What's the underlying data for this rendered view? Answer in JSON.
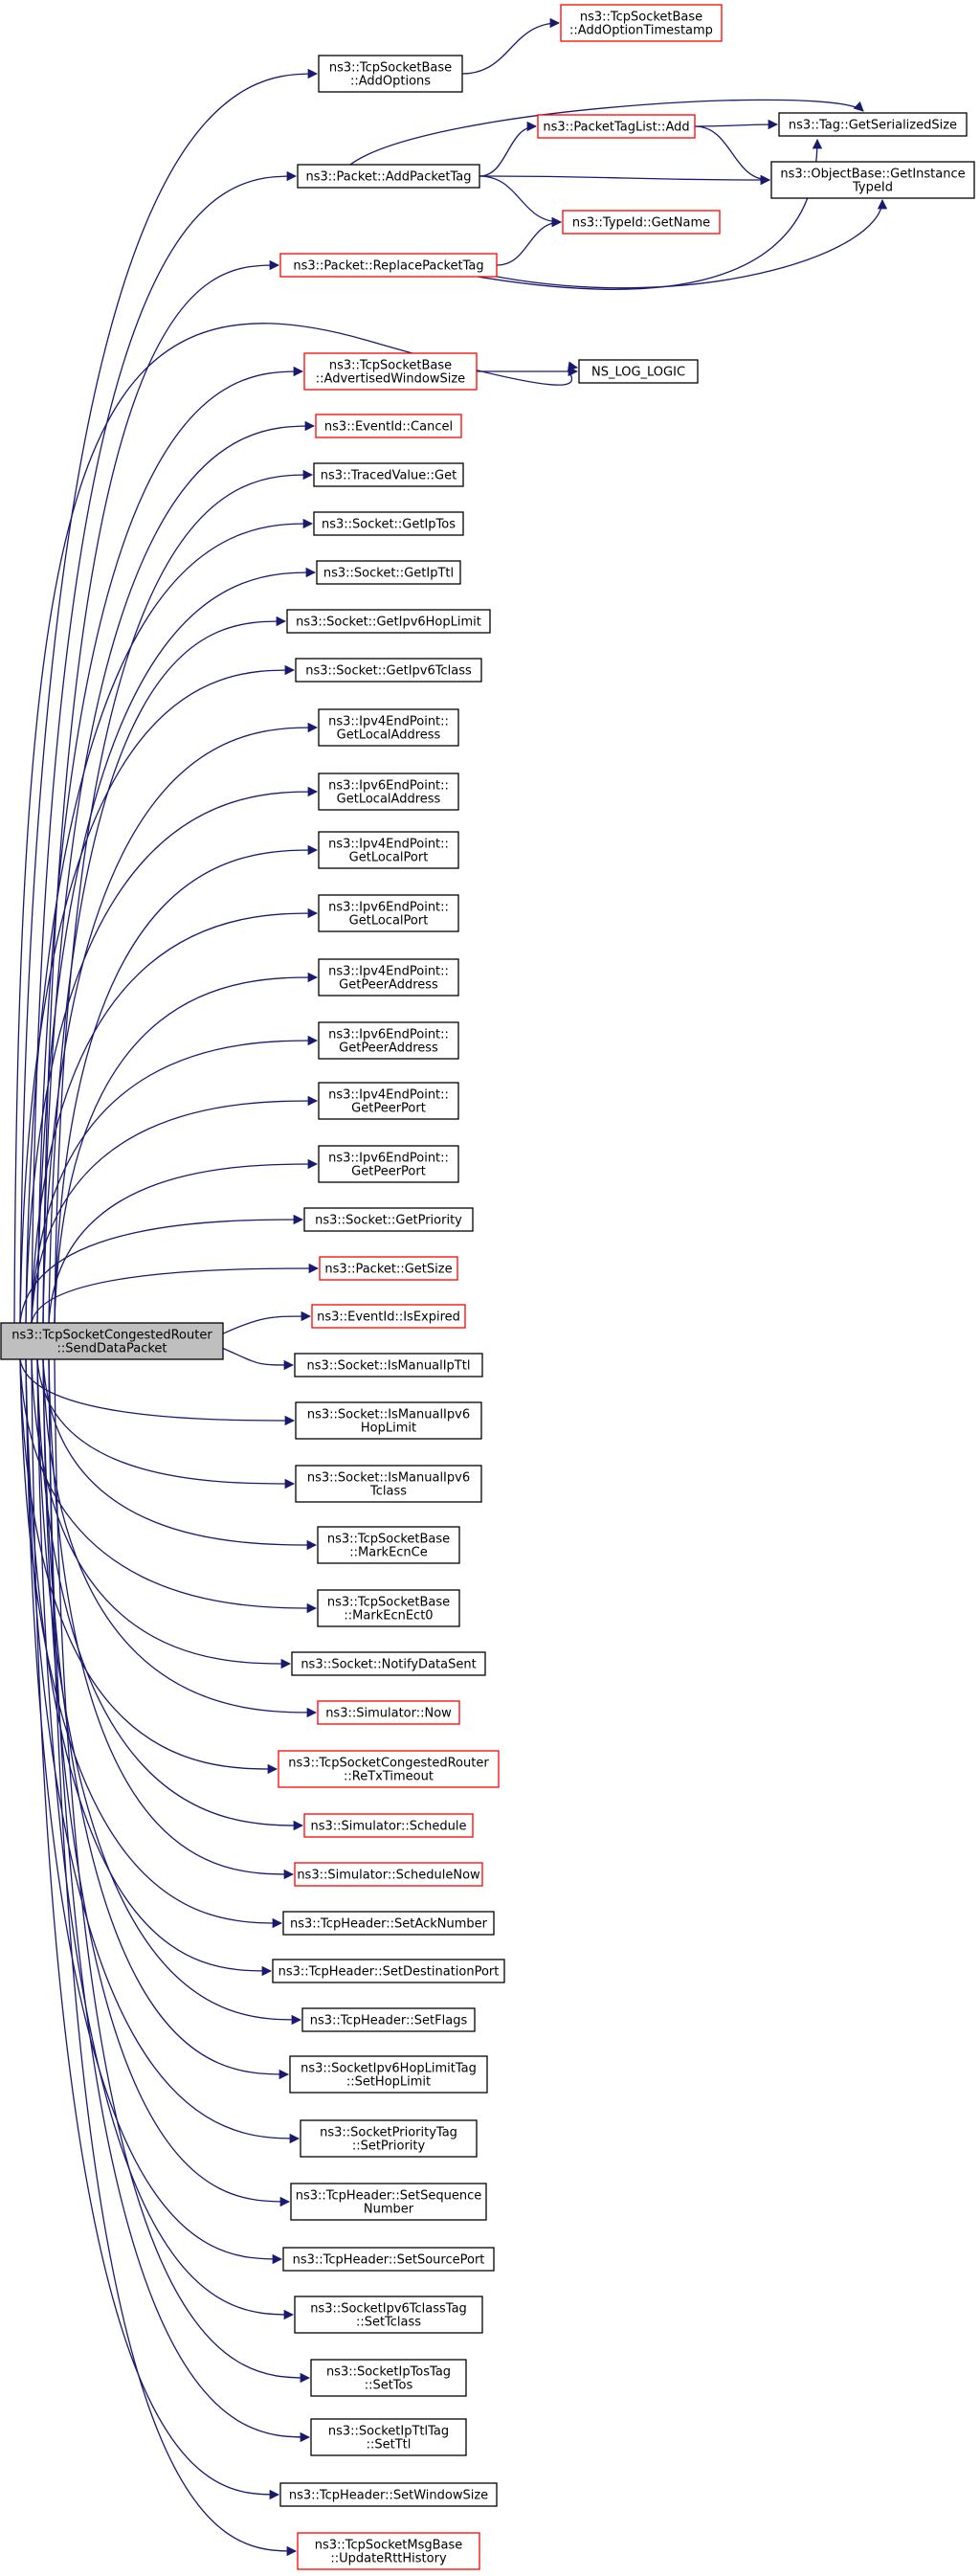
{
  "graph": {
    "root": {
      "id": "root",
      "lines": [
        "ns3::TcpSocketCongestedRouter",
        "::SendDataPacket"
      ],
      "style": "root"
    },
    "nodes": [
      {
        "id": "addoptions",
        "lines": [
          "ns3::TcpSocketBase",
          "::AddOptions"
        ],
        "style": "black"
      },
      {
        "id": "addopttimestamp",
        "lines": [
          "ns3::TcpSocketBase",
          "::AddOptionTimestamp"
        ],
        "style": "red"
      },
      {
        "id": "addpackettag",
        "lines": [
          "ns3::Packet::AddPacketTag"
        ],
        "style": "black"
      },
      {
        "id": "packettaglistadd",
        "lines": [
          "ns3::PacketTagList::Add"
        ],
        "style": "red"
      },
      {
        "id": "taggetserializedsize",
        "lines": [
          "ns3::Tag::GetSerializedSize"
        ],
        "style": "black"
      },
      {
        "id": "objectbasegetinstancetypeid",
        "lines": [
          "ns3::ObjectBase::GetInstance",
          "TypeId"
        ],
        "style": "black"
      },
      {
        "id": "typeidgetname",
        "lines": [
          "ns3::TypeId::GetName"
        ],
        "style": "red"
      },
      {
        "id": "replacepackettag",
        "lines": [
          "ns3::Packet::ReplacePacketTag"
        ],
        "style": "red"
      },
      {
        "id": "advertisedwindowsize",
        "lines": [
          "ns3::TcpSocketBase",
          "::AdvertisedWindowSize"
        ],
        "style": "red"
      },
      {
        "id": "nsloglogic",
        "lines": [
          "NS_LOG_LOGIC"
        ],
        "style": "black"
      },
      {
        "id": "eventidcancel",
        "lines": [
          "ns3::EventId::Cancel"
        ],
        "style": "red"
      },
      {
        "id": "tracedvalueget",
        "lines": [
          "ns3::TracedValue::Get"
        ],
        "style": "black"
      },
      {
        "id": "getiptos",
        "lines": [
          "ns3::Socket::GetIpTos"
        ],
        "style": "black"
      },
      {
        "id": "getipttl",
        "lines": [
          "ns3::Socket::GetIpTtl"
        ],
        "style": "black"
      },
      {
        "id": "getipv6hoplimit",
        "lines": [
          "ns3::Socket::GetIpv6HopLimit"
        ],
        "style": "black"
      },
      {
        "id": "getipv6tclass",
        "lines": [
          "ns3::Socket::GetIpv6Tclass"
        ],
        "style": "black"
      },
      {
        "id": "ipv4localaddress",
        "lines": [
          "ns3::Ipv4EndPoint::",
          "GetLocalAddress"
        ],
        "style": "black"
      },
      {
        "id": "ipv6localaddress",
        "lines": [
          "ns3::Ipv6EndPoint::",
          "GetLocalAddress"
        ],
        "style": "black"
      },
      {
        "id": "ipv4localport",
        "lines": [
          "ns3::Ipv4EndPoint::",
          "GetLocalPort"
        ],
        "style": "black"
      },
      {
        "id": "ipv6localport",
        "lines": [
          "ns3::Ipv6EndPoint::",
          "GetLocalPort"
        ],
        "style": "black"
      },
      {
        "id": "ipv4peeraddress",
        "lines": [
          "ns3::Ipv4EndPoint::",
          "GetPeerAddress"
        ],
        "style": "black"
      },
      {
        "id": "ipv6peeraddress",
        "lines": [
          "ns3::Ipv6EndPoint::",
          "GetPeerAddress"
        ],
        "style": "black"
      },
      {
        "id": "ipv4peerport",
        "lines": [
          "ns3::Ipv4EndPoint::",
          "GetPeerPort"
        ],
        "style": "black"
      },
      {
        "id": "ipv6peerport",
        "lines": [
          "ns3::Ipv6EndPoint::",
          "GetPeerPort"
        ],
        "style": "black"
      },
      {
        "id": "getpriority",
        "lines": [
          "ns3::Socket::GetPriority"
        ],
        "style": "black"
      },
      {
        "id": "packetgetsize",
        "lines": [
          "ns3::Packet::GetSize"
        ],
        "style": "red"
      },
      {
        "id": "eventidisexpired",
        "lines": [
          "ns3::EventId::IsExpired"
        ],
        "style": "red"
      },
      {
        "id": "ismanualipttl",
        "lines": [
          "ns3::Socket::IsManualIpTtl"
        ],
        "style": "black"
      },
      {
        "id": "ismanualipv6hoplimit",
        "lines": [
          "ns3::Socket::IsManualIpv6",
          "HopLimit"
        ],
        "style": "black"
      },
      {
        "id": "ismanualipv6tclass",
        "lines": [
          "ns3::Socket::IsManualIpv6",
          "Tclass"
        ],
        "style": "black"
      },
      {
        "id": "markecnce",
        "lines": [
          "ns3::TcpSocketBase",
          "::MarkEcnCe"
        ],
        "style": "black"
      },
      {
        "id": "markecnect0",
        "lines": [
          "ns3::TcpSocketBase",
          "::MarkEcnEct0"
        ],
        "style": "black"
      },
      {
        "id": "notifydatasent",
        "lines": [
          "ns3::Socket::NotifyDataSent"
        ],
        "style": "black"
      },
      {
        "id": "simulatornow",
        "lines": [
          "ns3::Simulator::Now"
        ],
        "style": "red"
      },
      {
        "id": "retxtimeout",
        "lines": [
          "ns3::TcpSocketCongestedRouter",
          "::ReTxTimeout"
        ],
        "style": "red"
      },
      {
        "id": "simulatorschedule",
        "lines": [
          "ns3::Simulator::Schedule"
        ],
        "style": "red"
      },
      {
        "id": "simulatorschedulenow",
        "lines": [
          "ns3::Simulator::ScheduleNow"
        ],
        "style": "red"
      },
      {
        "id": "setacknumber",
        "lines": [
          "ns3::TcpHeader::SetAckNumber"
        ],
        "style": "black"
      },
      {
        "id": "setdestinationport",
        "lines": [
          "ns3::TcpHeader::SetDestinationPort"
        ],
        "style": "black"
      },
      {
        "id": "setflags",
        "lines": [
          "ns3::TcpHeader::SetFlags"
        ],
        "style": "black"
      },
      {
        "id": "sethoplimit",
        "lines": [
          "ns3::SocketIpv6HopLimitTag",
          "::SetHopLimit"
        ],
        "style": "black"
      },
      {
        "id": "setpriority",
        "lines": [
          "ns3::SocketPriorityTag",
          "::SetPriority"
        ],
        "style": "black"
      },
      {
        "id": "setsequencenumber",
        "lines": [
          "ns3::TcpHeader::SetSequence",
          "Number"
        ],
        "style": "black"
      },
      {
        "id": "setsourceport",
        "lines": [
          "ns3::TcpHeader::SetSourcePort"
        ],
        "style": "black"
      },
      {
        "id": "settclass",
        "lines": [
          "ns3::SocketIpv6TclassTag",
          "::SetTclass"
        ],
        "style": "black"
      },
      {
        "id": "settos",
        "lines": [
          "ns3::SocketIpTosTag",
          "::SetTos"
        ],
        "style": "black"
      },
      {
        "id": "setttl",
        "lines": [
          "ns3::SocketIpTtlTag",
          "::SetTtl"
        ],
        "style": "black"
      },
      {
        "id": "setwindowsize",
        "lines": [
          "ns3::TcpHeader::SetWindowSize"
        ],
        "style": "black"
      },
      {
        "id": "updaterttthistory",
        "lines": [
          "ns3::TcpSocketMsgBase",
          "::UpdateRttHistory"
        ],
        "style": "red"
      }
    ],
    "edges": [
      [
        "root",
        "addoptions"
      ],
      [
        "root",
        "addpackettag"
      ],
      [
        "root",
        "replacepackettag"
      ],
      [
        "root",
        "advertisedwindowsize"
      ],
      [
        "root",
        "eventidcancel"
      ],
      [
        "root",
        "tracedvalueget"
      ],
      [
        "root",
        "getiptos"
      ],
      [
        "root",
        "getipttl"
      ],
      [
        "root",
        "getipv6hoplimit"
      ],
      [
        "root",
        "getipv6tclass"
      ],
      [
        "root",
        "ipv4localaddress"
      ],
      [
        "root",
        "ipv6localaddress"
      ],
      [
        "root",
        "ipv4localport"
      ],
      [
        "root",
        "ipv6localport"
      ],
      [
        "root",
        "ipv4peeraddress"
      ],
      [
        "root",
        "ipv6peeraddress"
      ],
      [
        "root",
        "ipv4peerport"
      ],
      [
        "root",
        "ipv6peerport"
      ],
      [
        "root",
        "getpriority"
      ],
      [
        "root",
        "packetgetsize"
      ],
      [
        "root",
        "eventidisexpired"
      ],
      [
        "root",
        "ismanualipttl"
      ],
      [
        "root",
        "ismanualipv6hoplimit"
      ],
      [
        "root",
        "ismanualipv6tclass"
      ],
      [
        "root",
        "markecnce"
      ],
      [
        "root",
        "markecnect0"
      ],
      [
        "root",
        "notifydatasent"
      ],
      [
        "root",
        "simulatornow"
      ],
      [
        "root",
        "retxtimeout"
      ],
      [
        "root",
        "simulatorschedule"
      ],
      [
        "root",
        "simulatorschedulenow"
      ],
      [
        "root",
        "setacknumber"
      ],
      [
        "root",
        "setdestinationport"
      ],
      [
        "root",
        "setflags"
      ],
      [
        "root",
        "sethoplimit"
      ],
      [
        "root",
        "setpriority"
      ],
      [
        "root",
        "setsequencenumber"
      ],
      [
        "root",
        "setsourceport"
      ],
      [
        "root",
        "settclass"
      ],
      [
        "root",
        "settos"
      ],
      [
        "root",
        "setttl"
      ],
      [
        "root",
        "setwindowsize"
      ],
      [
        "root",
        "updaterttthistory"
      ],
      [
        "root",
        "nsloglogic"
      ],
      [
        "addoptions",
        "addopttimestamp"
      ],
      [
        "addpackettag",
        "packettaglistadd"
      ],
      [
        "addpackettag",
        "taggetserializedsize"
      ],
      [
        "addpackettag",
        "objectbasegetinstancetypeid"
      ],
      [
        "addpackettag",
        "typeidgetname"
      ],
      [
        "packettaglistadd",
        "taggetserializedsize"
      ],
      [
        "packettaglistadd",
        "objectbasegetinstancetypeid"
      ],
      [
        "replacepackettag",
        "typeidgetname"
      ],
      [
        "replacepackettag",
        "taggetserializedsize"
      ],
      [
        "replacepackettag",
        "objectbasegetinstancetypeid"
      ],
      [
        "advertisedwindowsize",
        "nsloglogic"
      ]
    ],
    "colors": {
      "edge": "#191970",
      "red_border": "#ff0000",
      "black_border": "#000000",
      "root_fill": "#bfbfbf",
      "node_fill": "#ffffff"
    }
  }
}
